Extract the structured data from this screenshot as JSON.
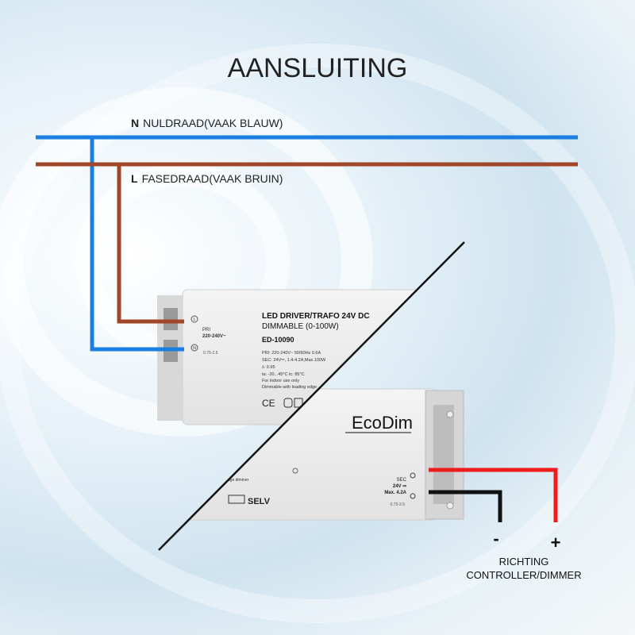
{
  "title": "AANSLUITING",
  "neutral": {
    "letter": "N",
    "label": "NULDRAAD(VAAK BLAUW)",
    "color": "#1a7fe0"
  },
  "live": {
    "letter": "L",
    "label": "FASEDRAAD(VAAK BRUIN)",
    "color": "#a0472a"
  },
  "output": {
    "minus": "-",
    "plus": "+",
    "direction_line1": "RICHTING",
    "direction_line2": "CONTROLLER/DIMMER",
    "positive_color": "#ee1c1c",
    "negative_color": "#111111"
  },
  "device_top": {
    "terminal_l": "L",
    "terminal_n": "N",
    "pri_label": "PRI",
    "pri_voltage": "220-240V~",
    "wire_size": "0.75-2.5",
    "heading1": "LED DRIVER/TRAFO 24V DC",
    "heading2": "DIMMABLE (0-100W)",
    "model": "ED-10090",
    "specs": [
      "PRI: 220-240V~ 50/60Hz  0.6A",
      "SEC: 24V⎓, 1.4-4.2A,Max.100W",
      "λ: 0.95",
      "ta: -20...45°C   tc: 85°C",
      "For indoor use only",
      "Dimmable with leading edge"
    ],
    "cert": "CE"
  },
  "device_bottom": {
    "brand": "EcoDim",
    "trailing": "trailing edge dimmer",
    "selv": "SELV",
    "sec_label": "SEC",
    "sec_voltage": "24V ⎓",
    "sec_current": "Max. 4.2A",
    "wire_size": "0.75-2.5"
  }
}
